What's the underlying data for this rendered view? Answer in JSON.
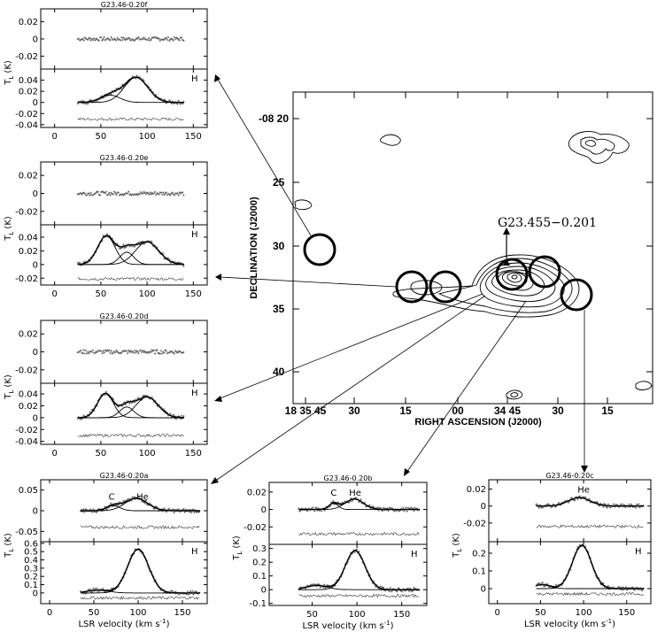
{
  "chart_data": [
    {
      "type": "line",
      "id": "f",
      "title": "G23.46-0.20f",
      "ylabel": "T",
      "ylabel_sub": "L",
      "ylabel_unit": "(K)",
      "xlabel": "",
      "xlim": [
        -15,
        165
      ],
      "x_ticks": [
        0,
        50,
        100,
        150
      ],
      "x_tick_labels": [
        "0",
        "50",
        "100",
        "150"
      ],
      "data_range": [
        25,
        140
      ],
      "top": {
        "ylim": [
          -0.035,
          0.035
        ],
        "y_ticks": [
          -0.02,
          0,
          0.02
        ],
        "y_tick_labels": [
          "-0.02",
          "0",
          "0.02"
        ],
        "line_labels": [],
        "components": []
      },
      "bottom": {
        "ylim": [
          -0.045,
          0.06
        ],
        "y_ticks": [
          -0.04,
          -0.02,
          0,
          0.02,
          0.04
        ],
        "y_tick_labels": [
          "-0.04",
          "-0.02",
          "0",
          "0.02",
          "0.04"
        ],
        "residual_offset": -0.03,
        "line_label": "H",
        "components": [
          {
            "amp": 0.013,
            "center": 60,
            "fwhm": 25
          },
          {
            "amp": 0.045,
            "center": 88,
            "fwhm": 30
          }
        ]
      }
    },
    {
      "type": "line",
      "id": "e",
      "title": "G23.46-0.20e",
      "ylabel": "T",
      "ylabel_sub": "L",
      "ylabel_unit": "(K)",
      "xlabel": "",
      "xlim": [
        -15,
        165
      ],
      "x_ticks": [
        0,
        50,
        100,
        150
      ],
      "x_tick_labels": [
        "0",
        "50",
        "100",
        "150"
      ],
      "data_range": [
        25,
        140
      ],
      "top": {
        "ylim": [
          -0.035,
          0.035
        ],
        "y_ticks": [
          -0.02,
          0,
          0.02
        ],
        "y_tick_labels": [
          "-0.02",
          "0",
          "0.02"
        ],
        "line_labels": [],
        "components": []
      },
      "bottom": {
        "ylim": [
          -0.03,
          0.058
        ],
        "y_ticks": [
          -0.02,
          0,
          0.02,
          0.04
        ],
        "y_tick_labels": [
          "-0.02",
          "0",
          "0.02",
          "0.04"
        ],
        "residual_offset": -0.021,
        "line_label": "H",
        "components": [
          {
            "amp": 0.042,
            "center": 56,
            "fwhm": 22
          },
          {
            "amp": 0.018,
            "center": 78,
            "fwhm": 18
          },
          {
            "amp": 0.033,
            "center": 100,
            "fwhm": 30
          }
        ]
      }
    },
    {
      "type": "line",
      "id": "d",
      "title": "G23.46-0.20d",
      "ylabel": "T",
      "ylabel_sub": "L",
      "ylabel_unit": "(K)",
      "xlabel": "",
      "xlim": [
        -15,
        165
      ],
      "x_ticks": [
        0,
        50,
        100,
        150
      ],
      "x_tick_labels": [
        "0",
        "50",
        "100",
        "150"
      ],
      "data_range": [
        25,
        140
      ],
      "top": {
        "ylim": [
          -0.035,
          0.035
        ],
        "y_ticks": [
          -0.02,
          0,
          0.02
        ],
        "y_tick_labels": [
          "-0.02",
          "0",
          "0.02"
        ],
        "line_labels": [],
        "components": []
      },
      "bottom": {
        "ylim": [
          -0.045,
          0.058
        ],
        "y_ticks": [
          -0.04,
          -0.02,
          0,
          0.02,
          0.04
        ],
        "y_tick_labels": [
          "-0.04",
          "-0.02",
          "0",
          "0.02",
          "0.04"
        ],
        "residual_offset": -0.03,
        "line_label": "H",
        "components": [
          {
            "amp": 0.041,
            "center": 55,
            "fwhm": 20
          },
          {
            "amp": 0.018,
            "center": 78,
            "fwhm": 18
          },
          {
            "amp": 0.035,
            "center": 100,
            "fwhm": 28
          }
        ]
      }
    },
    {
      "type": "line",
      "id": "a",
      "title": "G23.46-0.20a",
      "ylabel": "T",
      "ylabel_sub": "L",
      "ylabel_unit": "(K)",
      "xlabel": "LSR velocity (km s",
      "xlabel_sup": "-1",
      "xlabel_end": ")",
      "xlim": [
        -10,
        178
      ],
      "x_ticks": [
        0,
        50,
        100,
        150
      ],
      "x_tick_labels": [
        "0",
        "50",
        "100",
        "150"
      ],
      "data_range": [
        35,
        170
      ],
      "top": {
        "ylim": [
          -0.075,
          0.075
        ],
        "y_ticks": [
          -0.05,
          0,
          0.05
        ],
        "y_tick_labels": [
          "-0.05",
          "0",
          "0.05"
        ],
        "residual_offset": -0.04,
        "line_labels": [
          {
            "text": "C",
            "v": 70,
            "t": 0.027
          },
          {
            "text": "He",
            "v": 105,
            "t": 0.027
          }
        ],
        "components": [
          {
            "amp": 0.012,
            "center": 72,
            "fwhm": 18
          },
          {
            "amp": 0.03,
            "center": 98,
            "fwhm": 30
          }
        ]
      },
      "bottom": {
        "ylim": [
          -0.13,
          0.62
        ],
        "y_ticks": [
          0,
          0.1,
          0.2,
          0.3,
          0.4,
          0.5,
          0.6
        ],
        "y_tick_labels": [
          "0",
          "0.1",
          "0.2",
          "0.3",
          "0.4",
          "0.5",
          "0.6"
        ],
        "residual_offset": -0.06,
        "line_label": "H",
        "components": [
          {
            "amp": 0.035,
            "center": 55,
            "fwhm": 28
          },
          {
            "amp": 0.53,
            "center": 100,
            "fwhm": 28
          }
        ]
      }
    },
    {
      "type": "line",
      "id": "b",
      "title": "G23.46-0.20b",
      "ylabel": "T",
      "ylabel_sub": "L",
      "ylabel_unit": "(K)",
      "xlabel": "LSR velocity (km s",
      "xlabel_sup": "-1",
      "xlabel_end": ")",
      "xlim": [
        2,
        178
      ],
      "x_ticks": [
        50,
        100,
        150
      ],
      "x_tick_labels": [
        "50",
        "100",
        "150"
      ],
      "data_range": [
        35,
        170
      ],
      "top": {
        "ylim": [
          -0.04,
          0.031
        ],
        "y_ticks": [
          -0.02,
          0,
          0.02
        ],
        "y_tick_labels": [
          "-0.02",
          "0",
          "0.02"
        ],
        "residual_offset": -0.028,
        "line_labels": [
          {
            "text": "C",
            "v": 74,
            "t": 0.016
          },
          {
            "text": "He",
            "v": 98,
            "t": 0.016
          }
        ],
        "components": [
          {
            "amp": 0.007,
            "center": 74,
            "fwhm": 12
          },
          {
            "amp": 0.012,
            "center": 97,
            "fwhm": 24
          }
        ]
      },
      "bottom": {
        "ylim": [
          -0.115,
          0.33
        ],
        "y_ticks": [
          -0.1,
          0,
          0.1,
          0.2,
          0.3
        ],
        "y_tick_labels": [
          "-0.1",
          "0",
          "0.1",
          "0.2",
          "0.3"
        ],
        "residual_offset": -0.045,
        "line_label": "H",
        "components": [
          {
            "amp": 0.03,
            "center": 55,
            "fwhm": 28
          },
          {
            "amp": 0.285,
            "center": 98,
            "fwhm": 26
          }
        ]
      }
    },
    {
      "type": "line",
      "id": "c",
      "title": "G23.46-0.20c",
      "ylabel": "T",
      "ylabel_sub": "L",
      "ylabel_unit": "(K)",
      "xlabel": "LSR velocity (km s",
      "xlabel_sup": "-1",
      "xlabel_end": ")",
      "xlim": [
        -10,
        178
      ],
      "x_ticks": [
        0,
        50,
        100,
        150
      ],
      "x_tick_labels": [
        "0",
        "50",
        "100",
        "150"
      ],
      "data_range": [
        45,
        170
      ],
      "top": {
        "ylim": [
          -0.042,
          0.031
        ],
        "y_ticks": [
          -0.02,
          0,
          0.02
        ],
        "y_tick_labels": [
          "-0.02",
          "0",
          "0.02"
        ],
        "residual_offset": -0.024,
        "line_labels": [
          {
            "text": "He",
            "v": 100,
            "t": 0.016
          }
        ],
        "components": [
          {
            "amp": 0.01,
            "center": 95,
            "fwhm": 30
          }
        ]
      },
      "bottom": {
        "ylim": [
          -0.085,
          0.265
        ],
        "y_ticks": [
          0,
          0.1,
          0.2
        ],
        "y_tick_labels": [
          "0",
          "0.1",
          "0.2"
        ],
        "residual_offset": -0.03,
        "line_label": "H",
        "components": [
          {
            "amp": 0.022,
            "center": 52,
            "fwhm": 22
          },
          {
            "amp": 0.245,
            "center": 98,
            "fwhm": 26
          }
        ]
      }
    }
  ],
  "map": {
    "type": "contour",
    "xlabel": "RIGHT ASCENSION (J2000)",
    "ylabel": "DECLINATION (J2000)",
    "x_tick_labels": [
      "18 35 45",
      "30",
      "15",
      "00",
      "34 45",
      "30",
      "15"
    ],
    "y_tick_labels": [
      "-08 20",
      "25",
      "30",
      "35",
      "40"
    ],
    "source_label": "G23.455−0.201"
  }
}
